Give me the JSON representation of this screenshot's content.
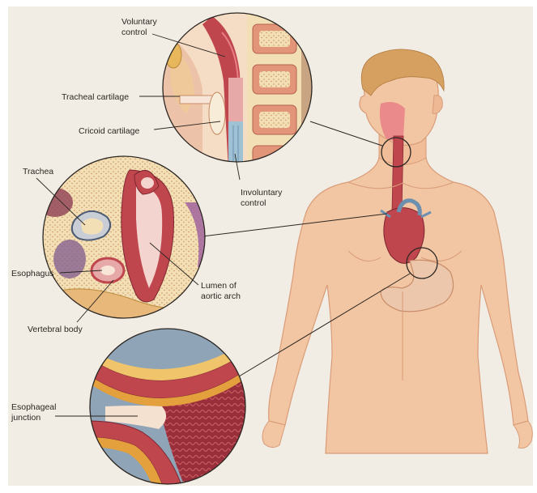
{
  "labels": {
    "voluntary_1": "Voluntary",
    "voluntary_2": "control",
    "tracheal_cartilage": "Tracheal cartilage",
    "cricoid_cartilage": "Cricoid cartilage",
    "involuntary_1": "Involuntary",
    "involuntary_2": "control",
    "trachea": "Trachea",
    "esophagus": "Esophagus",
    "vertebral_body": "Vertebral body",
    "lumen_1": "Lumen of",
    "lumen_2": "aortic arch",
    "esoph_junction_1": "Esophageal",
    "esoph_junction_2": "junction"
  },
  "colors": {
    "background": "#f1ede4",
    "skin": "#f2c6a2",
    "skin_shadow": "#d99b78",
    "hair": "#d6a060",
    "tissue_red": "#c0464e",
    "esophagus_pink": "#e6a9a8",
    "cartilage_blue": "#9ec2d4",
    "bone_cream": "#f3dfb6",
    "stomach_dark": "#8a2a35",
    "leader_line": "#2b2622"
  }
}
